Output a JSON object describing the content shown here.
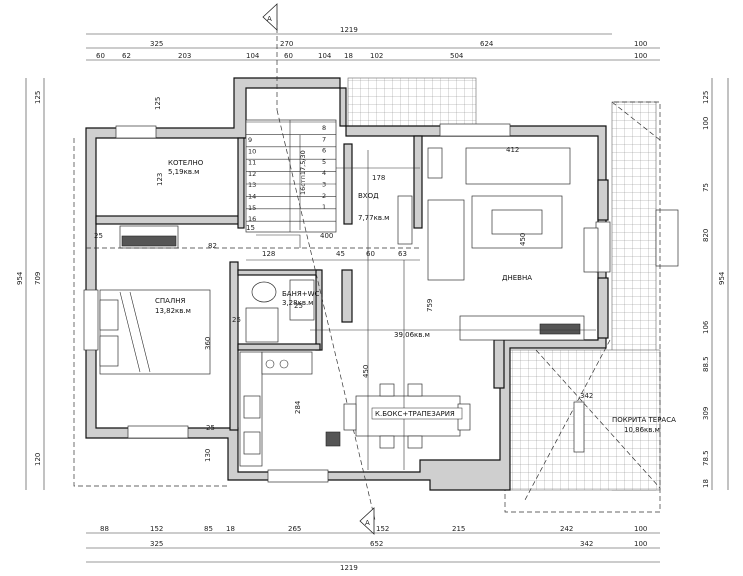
{
  "section": {
    "marker": "A"
  },
  "dims": {
    "top_total": "1219",
    "top_270": "270",
    "top_row2": [
      "325",
      "624",
      "100"
    ],
    "top_row3": [
      "60",
      "62",
      "203",
      "104",
      "60",
      "104",
      "18",
      "102",
      "504",
      "100"
    ],
    "bot_row1": [
      "88",
      "152",
      "85",
      "18",
      "265",
      "152",
      "215",
      "242",
      "100"
    ],
    "bot_row2": [
      "325",
      "652",
      "342",
      "100"
    ],
    "bot_total": "1219",
    "left_total": "954",
    "left_709": "709",
    "left_125": "125",
    "left_120": "120",
    "right_total": "954",
    "right_820": "820",
    "right_125": "125",
    "right_stack": [
      "100",
      "75",
      "106",
      "88.5",
      "309",
      "78.5",
      "18"
    ],
    "inner": [
      "125",
      "123",
      "25",
      "82",
      "128",
      "400",
      "45",
      "60",
      "63",
      "178",
      "412",
      "450",
      "759",
      "360",
      "25",
      "25",
      "450",
      "284",
      "130",
      "25",
      "342",
      "15"
    ]
  },
  "stairs": {
    "left": [
      "9",
      "10",
      "11",
      "12",
      "13",
      "14",
      "15",
      "16"
    ],
    "right": [
      "8",
      "7",
      "6",
      "5",
      "4",
      "3",
      "2",
      "1"
    ],
    "label": "16стп17,5/30"
  },
  "rooms": {
    "kotelno": {
      "name": "КОТЕЛНО",
      "area": "5,19кв.м"
    },
    "vhod": {
      "name": "ВХОД",
      "area": "7,77кв.м"
    },
    "spalnya": {
      "name": "СПАЛНЯ",
      "area": "13,82кв.м"
    },
    "banya": {
      "name": "БАНЯ+WC",
      "area": "3,28кв.м"
    },
    "dnevna": {
      "name": "ДНЕВНА",
      "area": "39,06кв.м"
    },
    "kuhnya": {
      "name": "К.БОКС+ТРАПЕЗАРИЯ"
    },
    "terasa": {
      "name": "ПОКРИТА ТЕРАСА",
      "area": "10,86кв.м"
    }
  }
}
